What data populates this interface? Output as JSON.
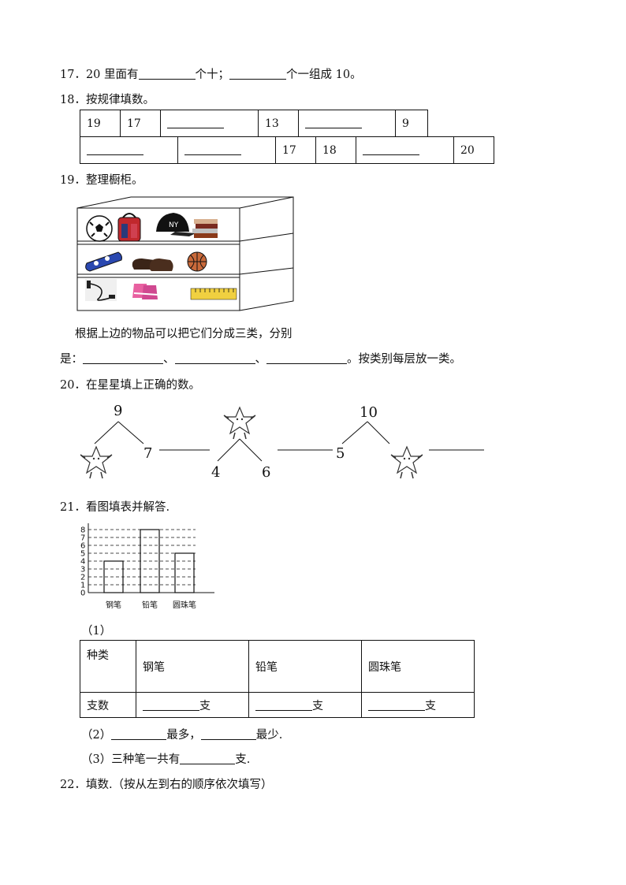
{
  "q17": {
    "num": "17．",
    "text_a": "20 里面有",
    "text_b": "个十；",
    "text_c": "个一组成 10。"
  },
  "q18": {
    "num": "18．",
    "title": "按规律填数。",
    "row1": [
      "19",
      "17",
      "",
      "13",
      "",
      "9"
    ],
    "row2": [
      "",
      "",
      "17",
      "18",
      "",
      "20"
    ]
  },
  "q19": {
    "num": "19．",
    "title": "整理橱柜。",
    "text1": "根据上边的物品可以把它们分成三类，分别",
    "text2_prefix": "是：",
    "sep": "、",
    "text2_suffix": "。按类别每层放一类。",
    "items_icons": [
      "soccer-ball-icon",
      "backpack-icon",
      "cap-icon",
      "books-icon",
      "pencil-case-icon",
      "shoes-icon",
      "basketball-icon",
      "jump-rope-icon",
      "gloves-icon",
      "tape-measure-icon"
    ]
  },
  "q20": {
    "num": "20．",
    "title": "在星星填上正确的数。",
    "tree1": {
      "top": "9",
      "right": "7"
    },
    "tree2": {
      "left": "4",
      "right": "6"
    },
    "tree3": {
      "left": "5",
      "top": "10"
    }
  },
  "q21": {
    "num": "21．",
    "title": "看图填表并解答.",
    "chart_data": {
      "type": "bar",
      "categories": [
        "钢笔",
        "铅笔",
        "圆珠笔"
      ],
      "values": [
        4,
        8,
        5
      ],
      "ylim": [
        0,
        8
      ],
      "yticks": [
        "0",
        "1",
        "2",
        "3",
        "4",
        "5",
        "6",
        "7",
        "8"
      ],
      "grid": true
    },
    "part1": "（1）",
    "table_header": [
      "种类",
      "钢笔",
      "铅笔",
      "圆珠笔"
    ],
    "table_row_label": "支数",
    "unit": "支",
    "part2_a": "（2）",
    "part2_b": "最多，",
    "part2_c": "最少.",
    "part3_a": "（3）三种笔一共有",
    "part3_b": "支."
  },
  "q22": {
    "num": "22．",
    "text": "填数.（按从左到右的顺序依次填写）"
  }
}
